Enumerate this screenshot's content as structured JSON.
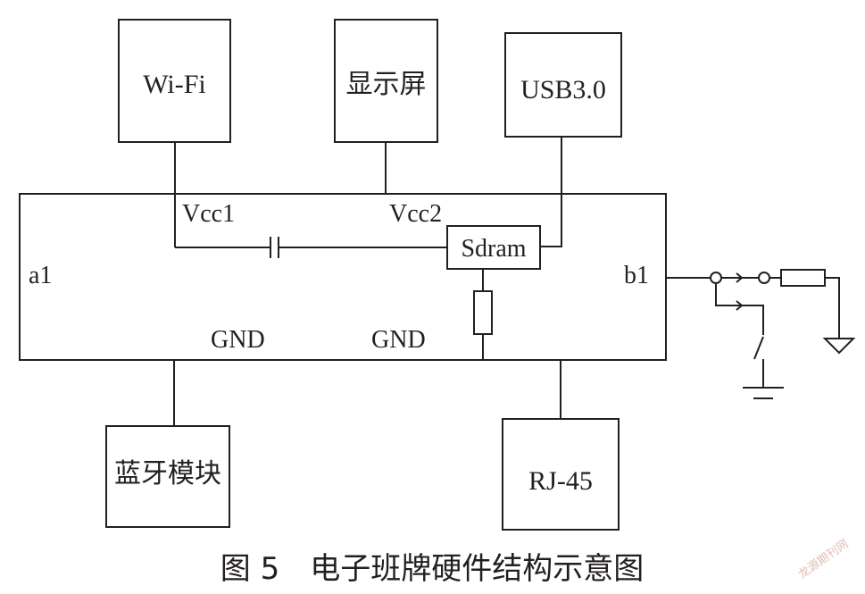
{
  "modules": {
    "wifi": "Wi-Fi",
    "display": "显示屏",
    "usb": "USB3.0",
    "bluetooth": "蓝牙模块",
    "rj45": "RJ-45"
  },
  "labels": {
    "vcc1": "Vcc1",
    "vcc2": "Vcc2",
    "sdram": "Sdram",
    "a1": "a1",
    "b1": "b1",
    "gnd_left": "GND",
    "gnd_right": "GND"
  },
  "caption": "图 5　电子班牌硬件结构示意图",
  "watermark": "龙源期刊网"
}
